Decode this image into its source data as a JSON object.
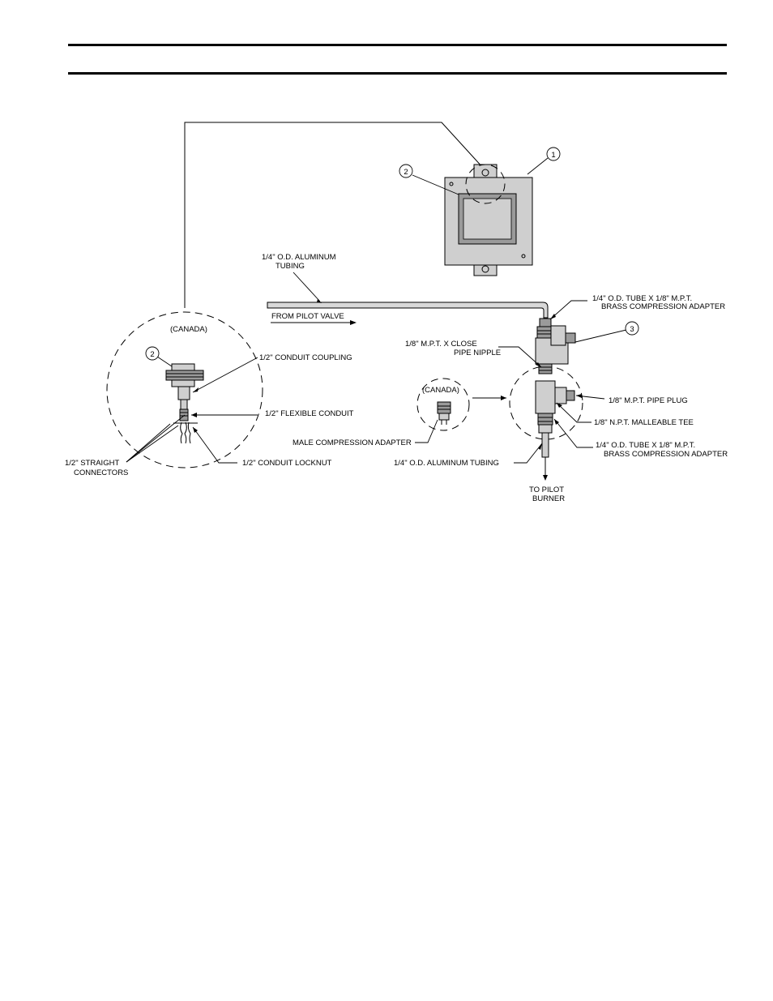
{
  "labels": {
    "tubing_top": "1/4\" O.D. ALUMINUM",
    "tubing_top_2": "TUBING",
    "from_pilot_valve": "FROM PILOT VALVE",
    "canada_left": "(CANADA)",
    "conduit_coupling": "1/2\" CONDUIT COUPLING",
    "flexible_conduit": "1/2\" FLEXIBLE CONDUIT",
    "male_compression_adapter": "MALE COMPRESSION ADAPTER",
    "conduit_locknut": "1/2\" CONDUIT LOCKNUT",
    "straight_connectors": "1/2\" STRAIGHT",
    "straight_connectors_2": "CONNECTORS",
    "adapter_top": "1/4\" O.D. TUBE X 1/8\" M.P.T.",
    "adapter_top_2": "BRASS COMPRESSION ADAPTER",
    "pipe_nipple": "1/8\" M.P.T. X CLOSE",
    "pipe_nipple_2": "PIPE NIPPLE",
    "canada_mid": "(CANADA)",
    "pipe_plug": "1/8\" M.P.T. PIPE PLUG",
    "malleable_tee": "1/8\" N.P.T. MALLEABLE TEE",
    "adapter_bottom": "1/4\" O.D. TUBE X 1/8\" M.P.T.",
    "adapter_bottom_2": "BRASS COMPRESSION ADAPTER",
    "aluminum_tubing": "1/4\" O.D. ALUMINUM TUBING",
    "to_pilot": "TO PILOT",
    "burner": "BURNER"
  },
  "callouts": {
    "item1": "1",
    "item2_box": "2",
    "item2_canada": "2",
    "item3": "3"
  }
}
